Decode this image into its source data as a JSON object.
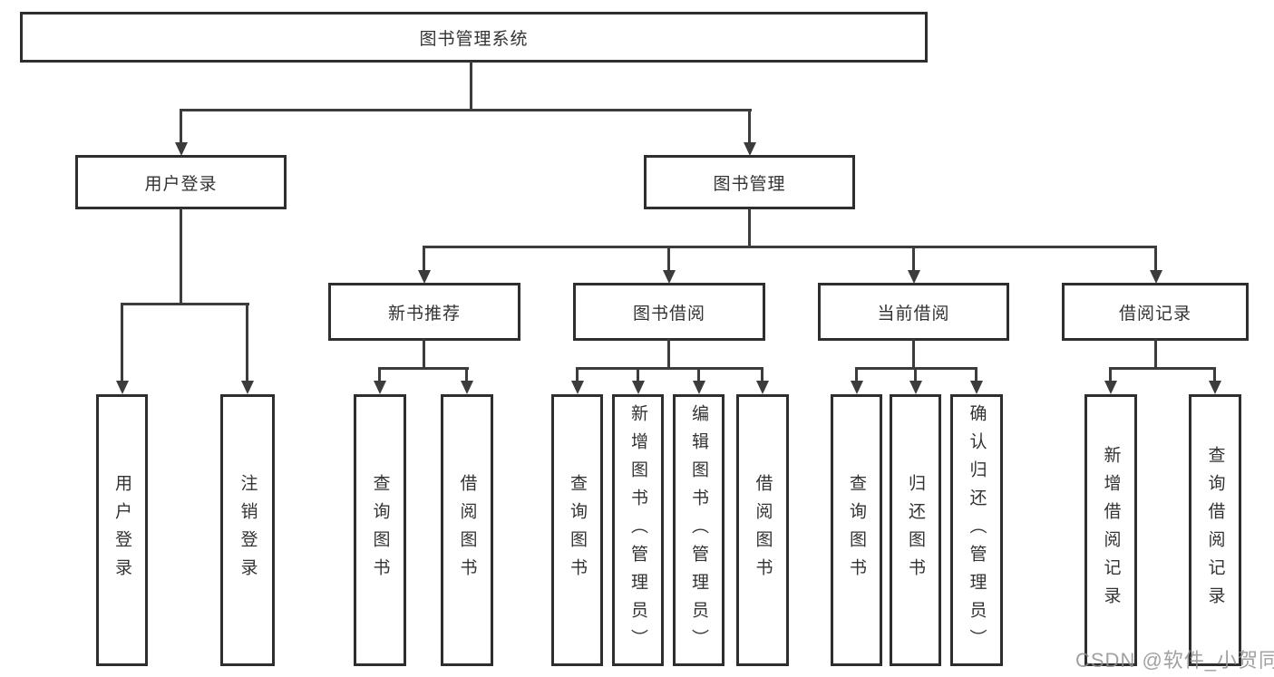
{
  "tree": {
    "root": "图书管理系统",
    "branches": [
      {
        "label": "用户登录",
        "children": [
          "用户登录",
          "注销登录"
        ]
      },
      {
        "label": "图书管理",
        "children": [
          {
            "label": "新书推荐",
            "children": [
              "查询图书",
              "借阅图书"
            ]
          },
          {
            "label": "图书借阅",
            "children": [
              "查询图书",
              "新增图书（管理员）",
              "编辑图书（管理员）",
              "借阅图书"
            ]
          },
          {
            "label": "当前借阅",
            "children": [
              "查询图书",
              "归还图书",
              "确认归还（管理员）"
            ]
          },
          {
            "label": "借阅记录",
            "children": [
              "新增借阅记录",
              "查询借阅记录"
            ]
          }
        ]
      }
    ]
  },
  "watermark": "CSDN @软件_小贺同学",
  "colors": {
    "background": "#ffffff",
    "box_border": "#2e2e2e",
    "connector": "#3c3c3c",
    "text": "#333333",
    "watermark": "#919191"
  }
}
